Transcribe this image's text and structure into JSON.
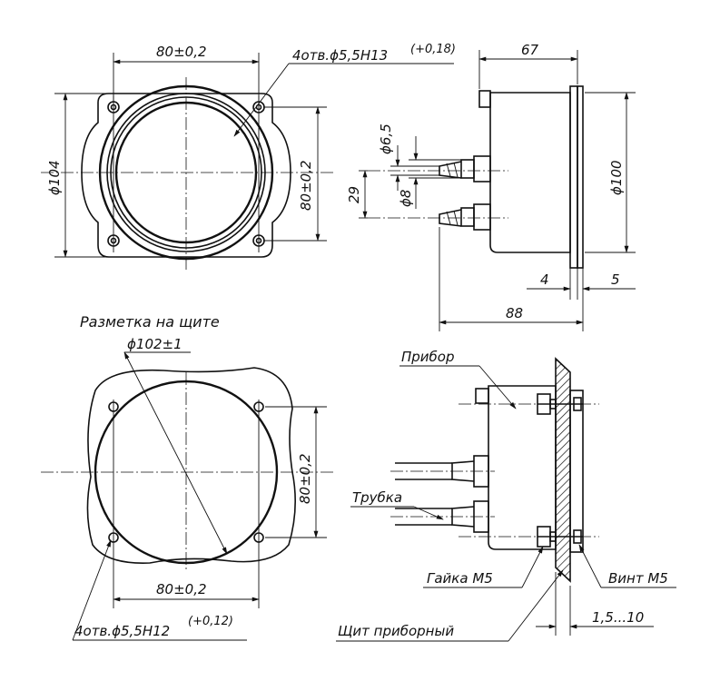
{
  "front_view": {
    "width_dim": "80±0,2",
    "height_dim": "80±0,2",
    "overall_dim": "ϕ104",
    "holes_note": "4отв.ϕ5,5Н13",
    "holes_tol": "(+0,18)"
  },
  "side_view": {
    "depth_dim": "67",
    "diameter_dim": "ϕ100",
    "tube_dim_1": "ϕ6,5",
    "tube_dim_2": "ϕ8",
    "spacing_dim": "29",
    "flange_dim": "4",
    "bezel_dim": "5",
    "total_dim": "88"
  },
  "cutout_view": {
    "title": "Разметка на щите",
    "diameter_dim": "ϕ102±1",
    "height_dim": "80±0,2",
    "width_dim": "80±0,2",
    "holes_note": "4отв.ϕ5,5Н12",
    "holes_tol": "(+0,12)"
  },
  "mount_view": {
    "device_label": "Прибор",
    "tube_label": "Трубка",
    "nut_label": "Гайка М5",
    "screw_label": "Винт М5",
    "panel_label": "Щит приборный",
    "thickness_dim": "1,5...10"
  }
}
